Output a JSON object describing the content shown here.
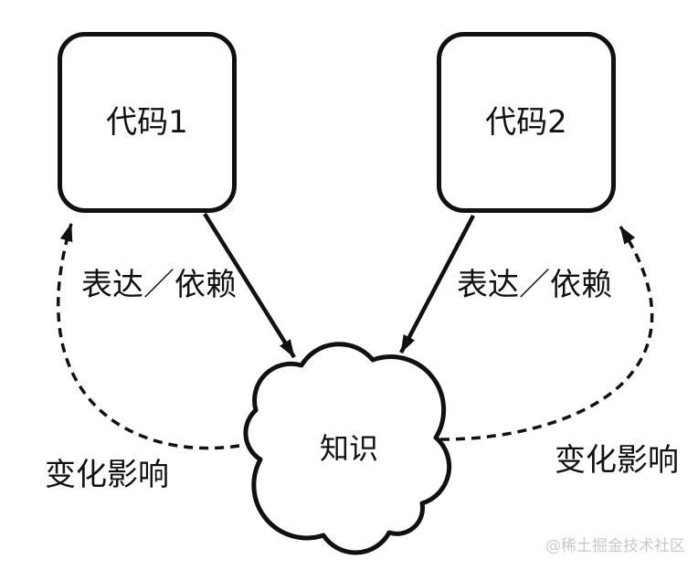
{
  "nodes": {
    "code1": "代码1",
    "code2": "代码2",
    "knowledge": "知识"
  },
  "edge_labels": {
    "express_left": "表达／依赖",
    "express_right": "表达／依赖",
    "impact_left": "变化影响",
    "impact_right": "变化影响"
  },
  "watermark": "@稀土掘金技术社区",
  "colors": {
    "line": "#111111",
    "background": "#ffffff",
    "watermark": "#c9c9c9"
  }
}
